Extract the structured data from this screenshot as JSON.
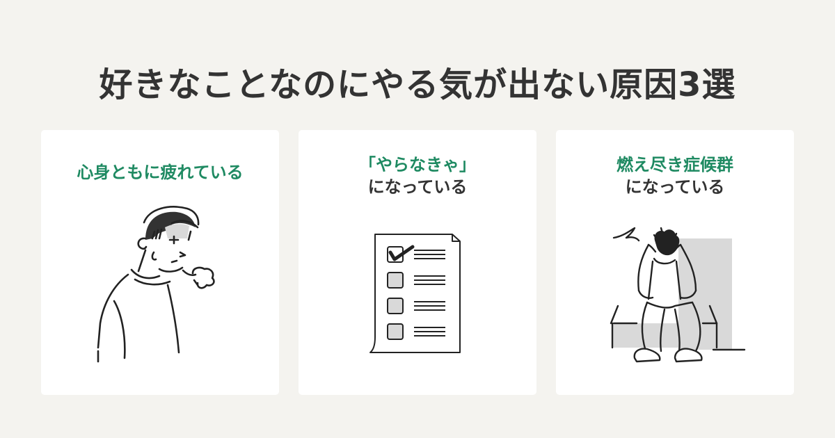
{
  "page": {
    "title": "好きなことなのにやる気が出ない原因3選"
  },
  "colors": {
    "background": "#f4f3ef",
    "card": "#ffffff",
    "accent_green": "#1f8a62",
    "text_dark": "#333333",
    "shade_gray": "#d9d9d9"
  },
  "cards": [
    {
      "heading_green": "心身ともに疲れている",
      "heading_dark": "",
      "illustration": "tired-person-sighing-icon"
    },
    {
      "heading_green": "「やらなきゃ」",
      "heading_dark": "になっている",
      "illustration": "checklist-document-icon"
    },
    {
      "heading_green": "燃え尽き症候群",
      "heading_dark": "になっている",
      "illustration": "burned-out-person-sitting-icon"
    }
  ]
}
